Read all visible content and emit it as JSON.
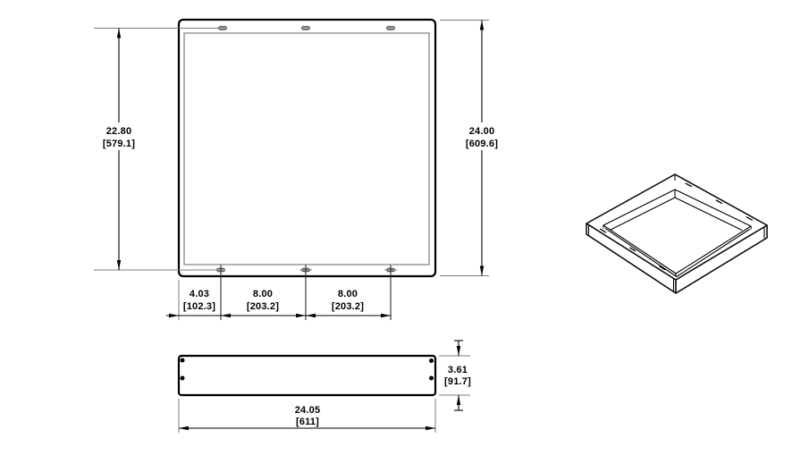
{
  "document": {
    "type": "engineering-dimension-drawing",
    "part": "square open frame / backbox",
    "units": "inches over [millimeters]"
  },
  "colors": {
    "background": "#ffffff",
    "object_line": "#000000",
    "thin_line": "#7e7e7e",
    "slot_fill": "#9a9a9a"
  },
  "front_view": {
    "dim_slot_span_vertical": {
      "inches": "22.80",
      "mm": "[579.1]"
    },
    "dim_overall_height": {
      "inches": "24.00",
      "mm": "[609.6]"
    },
    "dim_edge_to_slot": {
      "inches": "4.03",
      "mm": "[102.3]"
    },
    "dim_slot_pitch_a": {
      "inches": "8.00",
      "mm": "[203.2]"
    },
    "dim_slot_pitch_b": {
      "inches": "8.00",
      "mm": "[203.2]"
    }
  },
  "bottom_view": {
    "dim_overall_width": {
      "inches": "24.05",
      "mm": "[611]"
    },
    "dim_thickness": {
      "inches": "3.61",
      "mm": "[91.7]"
    }
  }
}
